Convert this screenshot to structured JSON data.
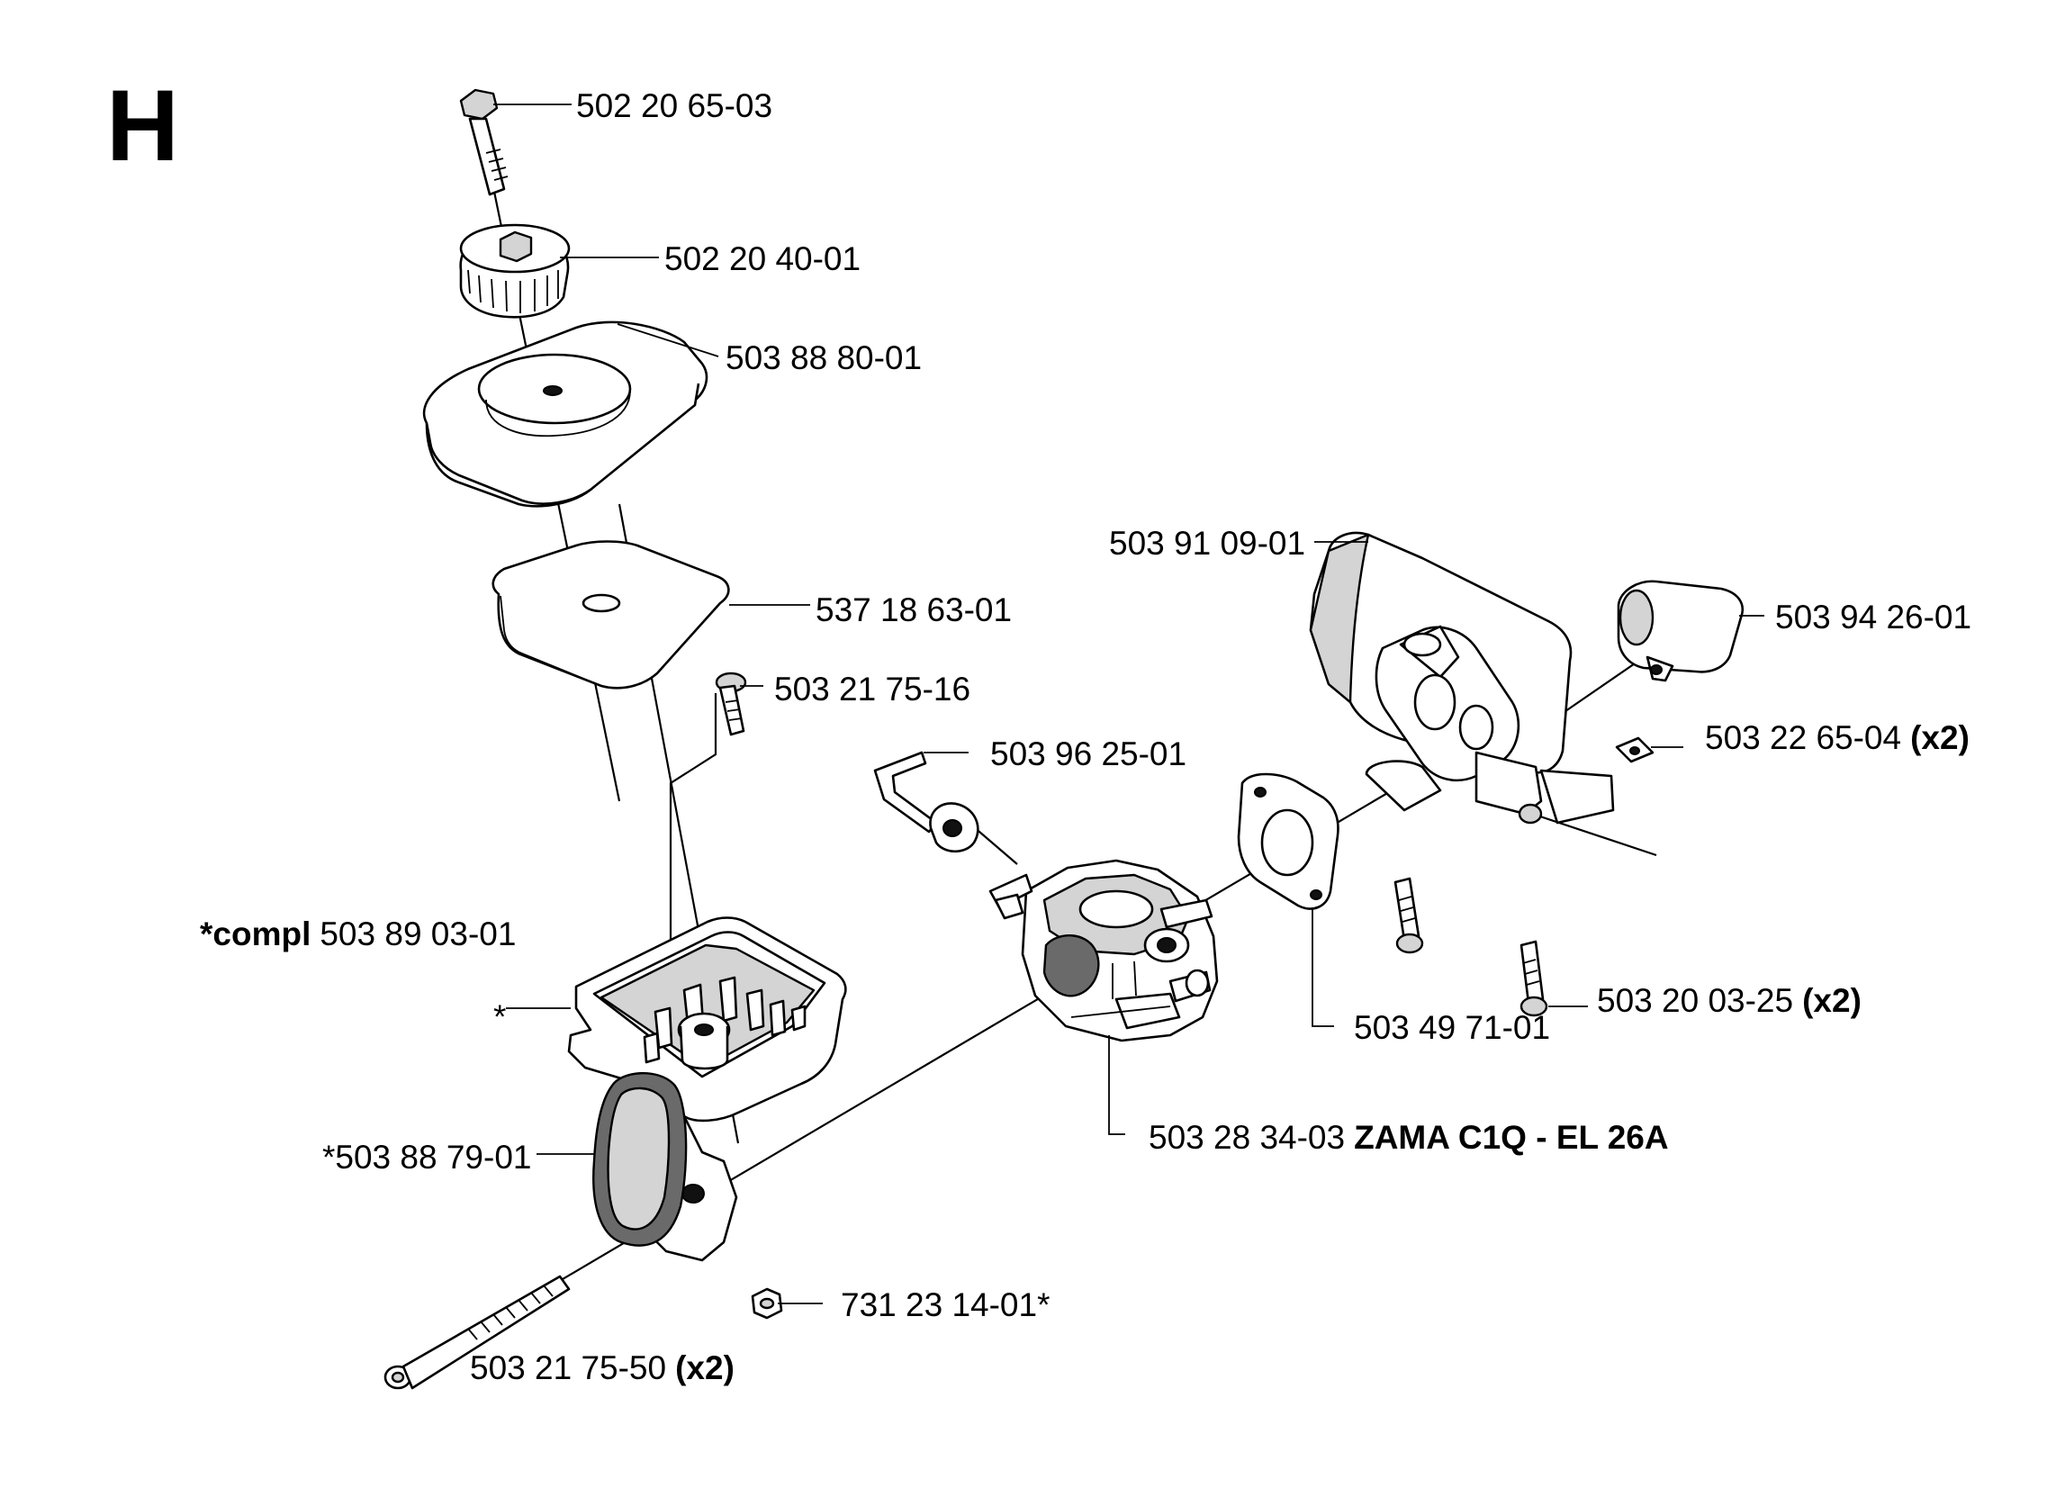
{
  "section": "H",
  "labels": {
    "screw_top": "502 20 65-03",
    "knob": "502 20 40-01",
    "filter_cover": "503 88 80-01",
    "filter": "537 18 63-01",
    "small_screw": "503 21 75-16",
    "compl_prefix": "*compl",
    "compl_number": "503 89 03-01",
    "asterisk": "*",
    "handle_part": "*503 88 79-01",
    "nut": "731 23 14-01*",
    "long_screw_number": "503 21 75-50",
    "long_screw_qty": "(x2)",
    "choke_rod": "503 96 25-01",
    "carburetor_number": "503 28 34-03",
    "carburetor_model": "ZAMA C1Q - EL 26A",
    "gasket": "503 49 71-01",
    "adapter": "503 91 09-01",
    "sleeve": "503 94 26-01",
    "clip_number": "503 22 65-04",
    "clip_qty": "(x2)",
    "bolt_number": "503 20 03-25",
    "bolt_qty": "(x2)"
  }
}
